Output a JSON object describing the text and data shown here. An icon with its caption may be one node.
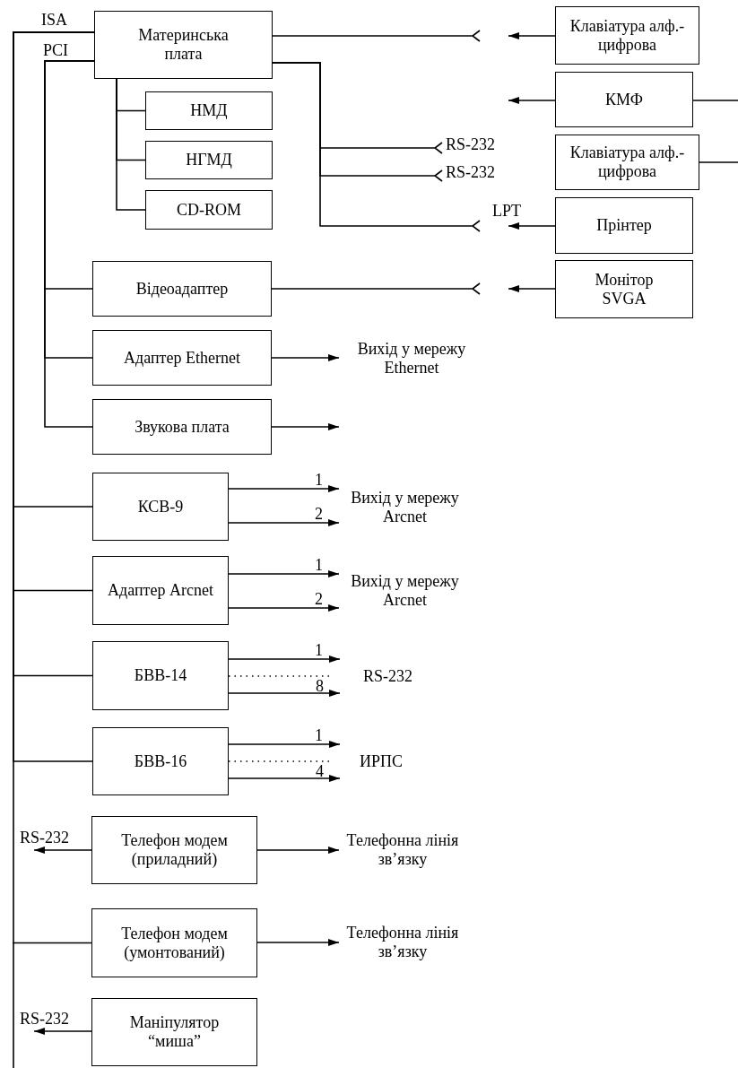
{
  "diagram": {
    "nodes": [
      {
        "text": [
          "Материнська плата"
        ]
      },
      {
        "text": [
          "НМД"
        ]
      },
      {
        "text": [
          "НГМД"
        ]
      },
      {
        "text": [
          "CD-ROM"
        ]
      },
      {
        "text": [
          "Клавіатура алф.-цифрова"
        ]
      },
      {
        "text": [
          "КМФ"
        ]
      },
      {
        "text": [
          "Клавіатура алф.-цифрова"
        ]
      },
      {
        "text": [
          "Прінтер"
        ]
      },
      {
        "text": [
          "Монітор SVGA"
        ]
      },
      {
        "text": [
          "Відеоадаптер"
        ]
      },
      {
        "text": [
          "Адаптер Ethernet"
        ]
      },
      {
        "text": [
          "Вихід у мережу Ethernet"
        ]
      },
      {
        "text": [
          "Звукова плата"
        ]
      },
      {
        "text": [
          "КСВ-9"
        ]
      },
      {
        "text": [
          "Вихід у мережу Arcnet"
        ]
      },
      {
        "text": [
          "Адаптер Arcnet"
        ]
      },
      {
        "text": [
          "Вихід у мережу Arcnet"
        ]
      },
      {
        "text": [
          "БВВ-14"
        ]
      },
      {
        "text": [
          "RS-232"
        ]
      },
      {
        "text": [
          "БВВ-16"
        ]
      },
      {
        "text": [
          "ИРПС"
        ]
      },
      {
        "text": [
          "Телефон модем (приладний)"
        ]
      },
      {
        "text": [
          "Телефонна лінія зв’язку"
        ]
      },
      {
        "text": [
          "Телефон модем (умонтований)"
        ]
      },
      {
        "text": [
          "Телефонна лінія зв’язку"
        ]
      },
      {
        "text": [
          "Маніпулятор “миша”"
        ]
      }
    ],
    "edges": [
      {
        "from": 0,
        "to": 1,
        "arrow": "none"
      },
      {
        "from": 0,
        "to": 2,
        "arrow": "none"
      },
      {
        "from": 0,
        "to": 3,
        "arrow": "none"
      },
      {
        "from": 0,
        "to": null,
        "arrow": "other"
      },
      {
        "from": 4,
        "to": null,
        "arrow": "to"
      },
      {
        "from": 5,
        "to": null,
        "arrow": "to"
      },
      {
        "from": 5,
        "to": null,
        "arrow": "none"
      },
      {
        "from": 6,
        "to": null,
        "arrow": "none"
      },
      {
        "from": 0,
        "to": null,
        "arrow": "other",
        "label": "RS-232"
      },
      {
        "from": 0,
        "to": null,
        "arrow": "other",
        "label": "RS-232"
      },
      {
        "from": 0,
        "to": null,
        "arrow": "other"
      },
      {
        "from": 7,
        "to": null,
        "arrow": "to",
        "label": "LPT"
      },
      {
        "from": 9,
        "to": null,
        "arrow": "other"
      },
      {
        "from": 8,
        "to": null,
        "arrow": "to"
      },
      {
        "from": 0,
        "to": 9,
        "arrow": "none"
      },
      {
        "from": 0,
        "to": 10,
        "arrow": "none"
      },
      {
        "from": 0,
        "to": 12,
        "arrow": "none"
      },
      {
        "from": 10,
        "to": 11,
        "arrow": "to"
      },
      {
        "from": 12,
        "to": null,
        "arrow": "to"
      },
      {
        "from": 0,
        "to": 13,
        "arrow": "none"
      },
      {
        "from": 13,
        "to": 14,
        "arrow": "to",
        "label": "1"
      },
      {
        "from": 13,
        "to": 14,
        "arrow": "to",
        "label": "2"
      },
      {
        "from": 0,
        "to": 15,
        "arrow": "none"
      },
      {
        "from": 15,
        "to": 16,
        "arrow": "to",
        "label": "1"
      },
      {
        "from": 15,
        "to": 16,
        "arrow": "to",
        "label": "2"
      },
      {
        "from": 0,
        "to": 17,
        "arrow": "none"
      },
      {
        "from": 17,
        "to": 18,
        "arrow": "to",
        "label": "1"
      },
      {
        "from": 17,
        "to": null,
        "arrow": "none",
        "style": "dashed"
      },
      {
        "from": 17,
        "to": 18,
        "arrow": "to",
        "label": "8"
      },
      {
        "from": 0,
        "to": 19,
        "arrow": "none"
      },
      {
        "from": 19,
        "to": 20,
        "arrow": "to",
        "label": "1"
      },
      {
        "from": 19,
        "to": null,
        "arrow": "none",
        "style": "dashed"
      },
      {
        "from": 19,
        "to": 20,
        "arrow": "to",
        "label": "4"
      },
      {
        "from": 21,
        "to": 22,
        "arrow": "to"
      },
      {
        "from": 21,
        "to": null,
        "arrow": "to",
        "label": "RS-232"
      },
      {
        "from": 0,
        "to": 23,
        "arrow": "none"
      },
      {
        "from": 23,
        "to": 24,
        "arrow": "to"
      },
      {
        "from": 25,
        "to": null,
        "arrow": "to",
        "label": "RS-232"
      }
    ],
    "labels": [
      "ISA",
      "PCI"
    ]
  }
}
